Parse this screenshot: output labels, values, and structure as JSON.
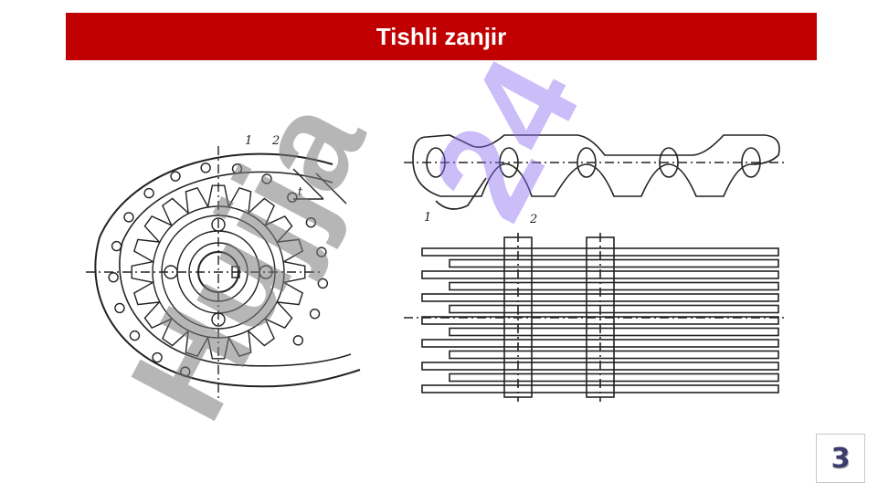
{
  "header": {
    "title": "Tishli zanjir",
    "background": "#c00000",
    "text_color": "#ffffff"
  },
  "figure_left": {
    "labels": [
      "1",
      "2",
      "t"
    ]
  },
  "figure_right": {
    "labels": [
      "1",
      "2"
    ]
  },
  "watermark": {
    "text": "Hujjat24",
    "color_gray": "#7a7a7a",
    "color_violet": "#8a6cf0"
  },
  "page": {
    "number": "3"
  }
}
